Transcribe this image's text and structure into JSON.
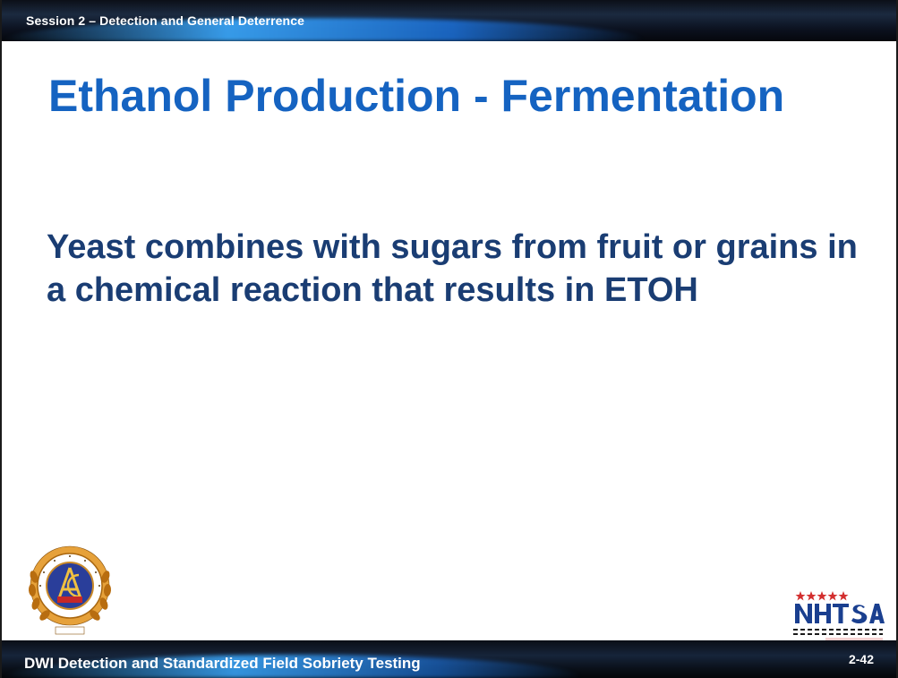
{
  "header": {
    "session_title": "Session 2 – Detection and General Deterrence"
  },
  "slide": {
    "title": "Ethanol Production - Fermentation",
    "body": "Yeast combines with sugars from fruit or grains in a chemical reaction that results in ETOH"
  },
  "logos": {
    "left": "IACP seal logo",
    "right": "NHTSA logo"
  },
  "footer": {
    "course_title": "DWI Detection and Standardized Field Sobriety Testing",
    "page_number": "2-42"
  },
  "colors": {
    "title": "#1563c1",
    "body": "#1a3d73",
    "bar": "#0b0f18",
    "accent": "#2e90ff"
  }
}
